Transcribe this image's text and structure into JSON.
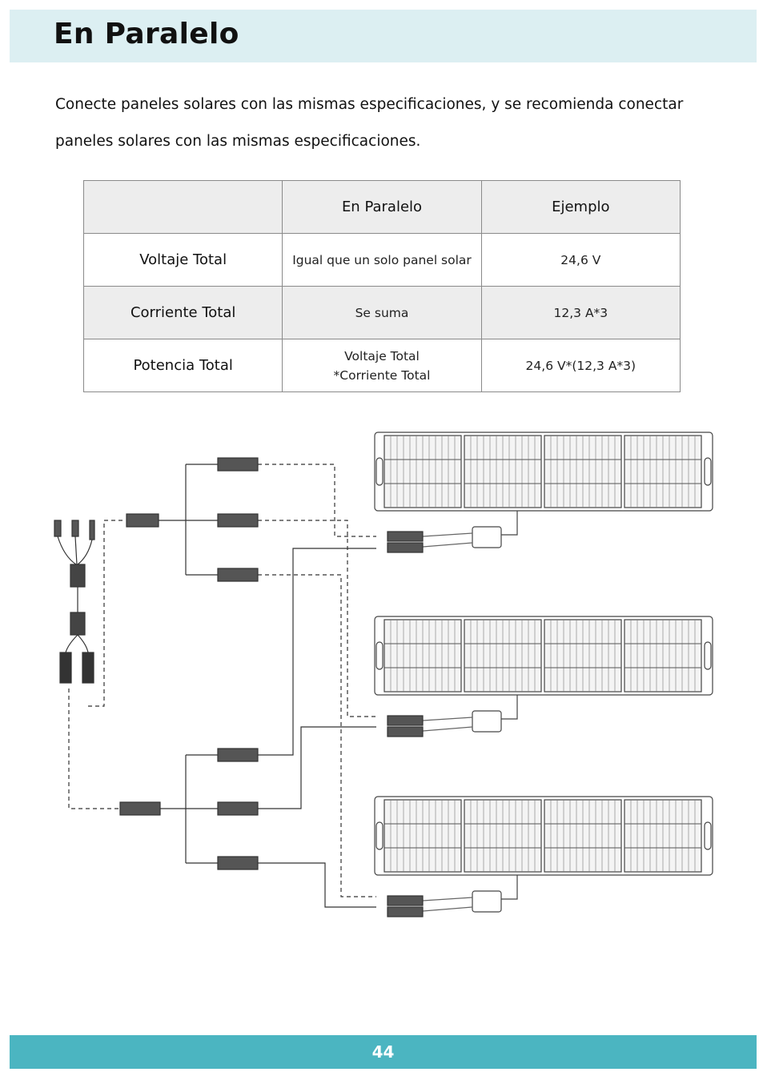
{
  "header": {
    "title": "En Paralelo"
  },
  "intro": {
    "line1": "Conecte paneles solares con las mismas especificaciones, y se recomienda conectar",
    "line2": "paneles solares con las mismas especificaciones."
  },
  "table": {
    "headers": [
      "",
      "En Paralelo",
      "Ejemplo"
    ],
    "rows": [
      {
        "label": "Voltaje Total",
        "rule": "Igual que un solo panel solar",
        "example": "24,6 V"
      },
      {
        "label": "Corriente Total",
        "rule": "Se suma",
        "example": "12,3 A*3"
      },
      {
        "label": "Potencia Total",
        "rule_line1": "Voltaje Total",
        "rule_line2": "*Corriente Total",
        "example": "24,6 V*(12,3 A*3)"
      }
    ]
  },
  "colors": {
    "header_bg": "#dceff2",
    "footer_bg": "#4bb5c1"
  },
  "footer": {
    "page_number": "44"
  }
}
